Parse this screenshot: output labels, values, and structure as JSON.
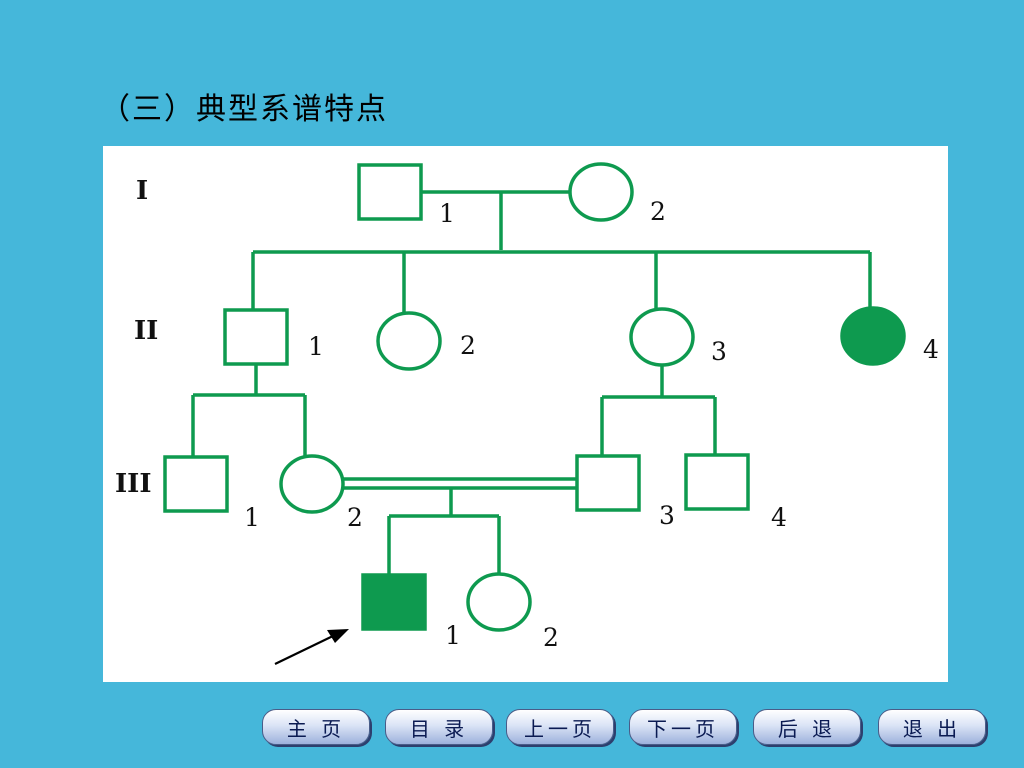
{
  "slide": {
    "title": "（三）典型系谱特点"
  },
  "pedigree": {
    "generations": [
      {
        "id": "I",
        "label": "I"
      },
      {
        "id": "II",
        "label": "II"
      },
      {
        "id": "III",
        "label": "III"
      }
    ],
    "individuals": [
      {
        "id": "I-1",
        "label": "1",
        "sex": "male",
        "affected": false
      },
      {
        "id": "I-2",
        "label": "2",
        "sex": "female",
        "affected": false
      },
      {
        "id": "II-1",
        "label": "1",
        "sex": "male",
        "affected": false
      },
      {
        "id": "II-2",
        "label": "2",
        "sex": "female",
        "affected": false
      },
      {
        "id": "II-3",
        "label": "3",
        "sex": "female",
        "affected": false
      },
      {
        "id": "II-4",
        "label": "4",
        "sex": "female",
        "affected": true
      },
      {
        "id": "III-1",
        "label": "1",
        "sex": "male",
        "affected": false
      },
      {
        "id": "III-2",
        "label": "2",
        "sex": "female",
        "affected": false
      },
      {
        "id": "III-3",
        "label": "3",
        "sex": "male",
        "affected": false
      },
      {
        "id": "III-4",
        "label": "4",
        "sex": "male",
        "affected": false
      },
      {
        "id": "IV-1",
        "label": "1",
        "sex": "male",
        "affected": true,
        "proband": true
      },
      {
        "id": "IV-2",
        "label": "2",
        "sex": "female",
        "affected": false
      }
    ],
    "line_color": "#0e9a4f",
    "affected_color": "#0e9a4f"
  },
  "nav": {
    "home": "主 页",
    "contents": "目 录",
    "prev": "上一页",
    "next": "下一页",
    "back": "后 退",
    "exit": "退 出"
  }
}
